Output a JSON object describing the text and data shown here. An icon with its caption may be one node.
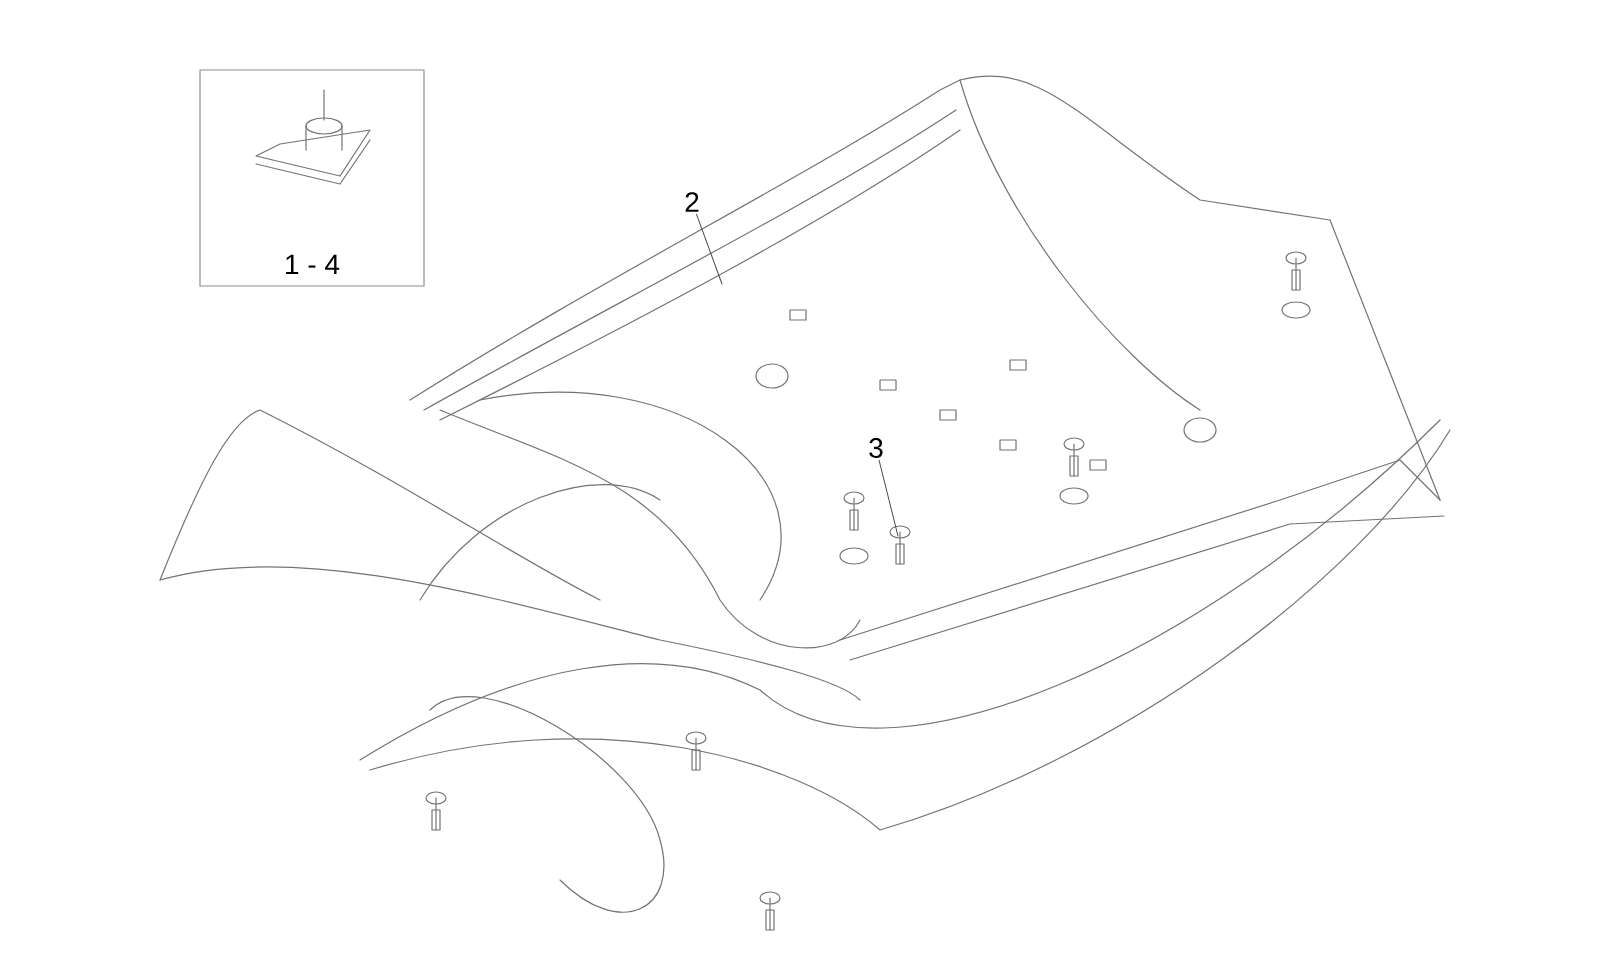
{
  "diagram": {
    "nodes": [
      {
        "text": [
          "1 - 4"
        ]
      },
      {
        "text": [
          "2"
        ]
      },
      {
        "text": [
          "3"
        ]
      }
    ],
    "edges": [
      {
        "from": 1,
        "to": null,
        "arrow": "none"
      },
      {
        "from": 2,
        "to": null,
        "arrow": "none"
      }
    ]
  }
}
